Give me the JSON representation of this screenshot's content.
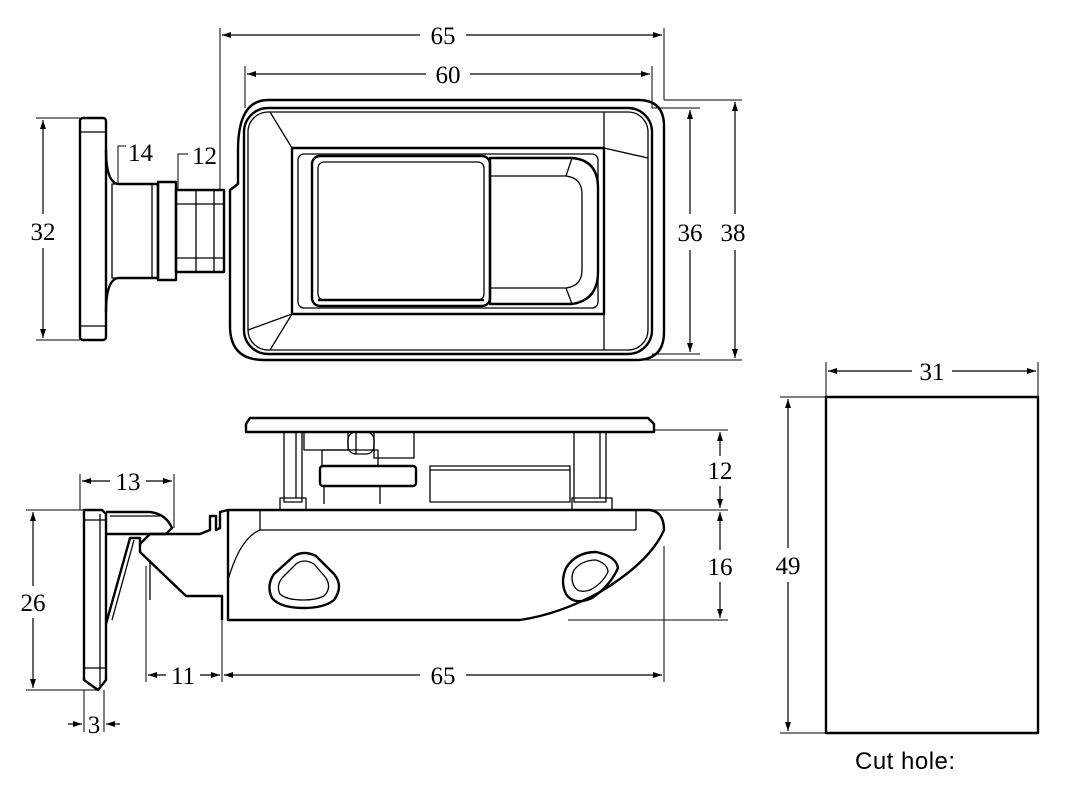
{
  "dimensions": {
    "top_width_outer": "65",
    "top_width_inner": "60",
    "bezel_height": "32",
    "stem_14": "14",
    "stem_12": "12",
    "body_height_36": "36",
    "body_height_38": "38",
    "side_height_12": "12",
    "side_height_16": "16",
    "side_width_13": "13",
    "side_height_26": "26",
    "side_offset_11": "11",
    "side_length_65": "65",
    "flange_3": "3",
    "cut_width": "31",
    "cut_height": "49"
  },
  "caption": "Cut hole:"
}
